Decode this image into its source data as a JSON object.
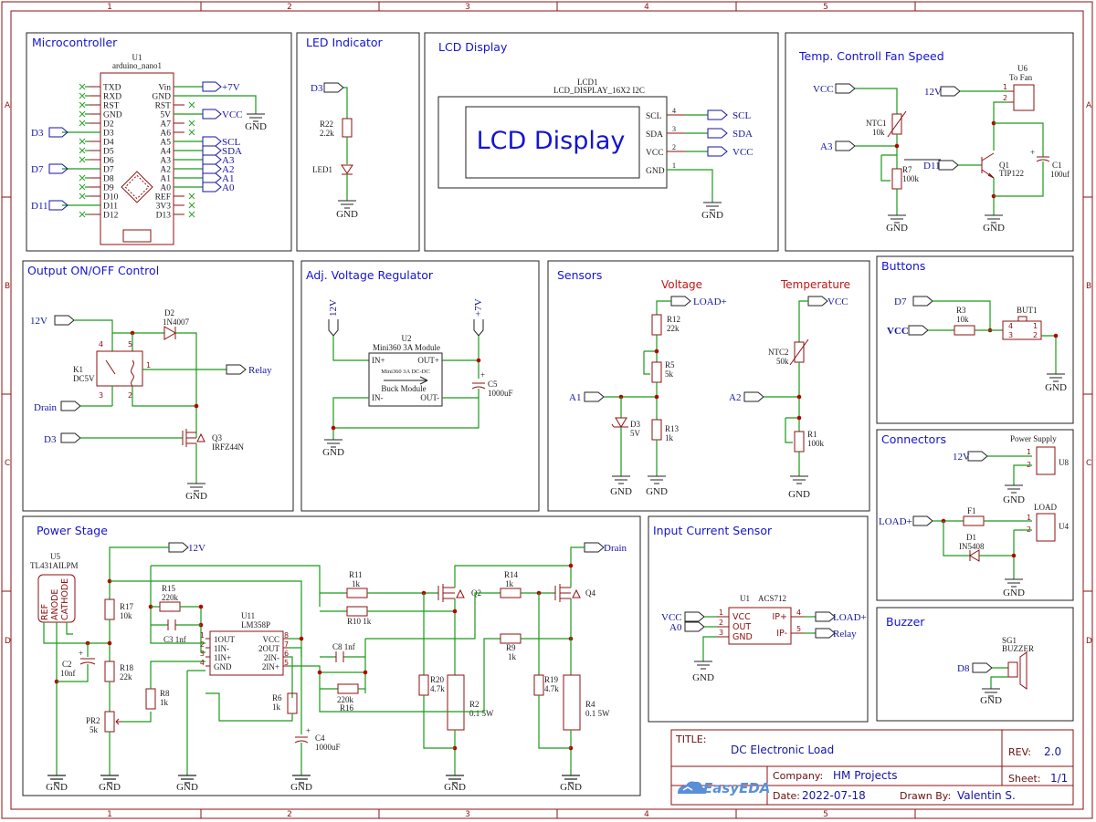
{
  "grid": {
    "cols": [
      "1",
      "2",
      "3",
      "4",
      "5"
    ],
    "rows": [
      "A",
      "B",
      "C",
      "D"
    ]
  },
  "sections": {
    "microcontroller": "Microcontroller",
    "led": "LED Indicator",
    "lcd": "LCD Display",
    "fan": "Temp. Controll Fan Speed",
    "output": "Output ON/OFF Control",
    "regulator": "Adj. Voltage Regulator",
    "sensors": "Sensors",
    "buttons": "Buttons",
    "connectors": "Connectors",
    "power": "Power Stage",
    "current": "Input Current Sensor",
    "buzzer": "Buzzer"
  },
  "mcu": {
    "ref": "U1",
    "part": "arduino_nano1",
    "left_pins": [
      "TXD",
      "RXD",
      "RST",
      "GND",
      "D2",
      "D3",
      "D4",
      "D5",
      "D6",
      "D7",
      "D8",
      "D9",
      "D10",
      "D11",
      "D12"
    ],
    "right_pins": [
      "Vin",
      "GND",
      "RST",
      "5V",
      "A7",
      "A6",
      "A5",
      "A4",
      "A3",
      "A2",
      "A1",
      "A0",
      "REF",
      "3V3",
      "D13"
    ],
    "nets_left": [
      "D3",
      "D7",
      "D11"
    ],
    "nets_right": [
      "+7V",
      "VCC",
      "SCL",
      "SDA",
      "A3",
      "A2",
      "A1",
      "A0"
    ],
    "gnd": "GND"
  },
  "led": {
    "net": "D3",
    "r_ref": "R22",
    "r_val": "2.2k",
    "led_ref": "LED1",
    "gnd": "GND"
  },
  "lcd": {
    "ref": "LCD1",
    "part": "LCD_DISPLAY_16X2 I2C",
    "screen": "LCD Display",
    "pins": [
      "SCL",
      "SDA",
      "VCC",
      "GND"
    ],
    "pin_nums": [
      "4",
      "3",
      "2",
      "1"
    ],
    "nets": [
      "SCL",
      "SDA",
      "VCC"
    ],
    "gnd": "GND"
  },
  "fan": {
    "vcc": "VCC",
    "a3": "A3",
    "d11": "D11",
    "v12": "12V",
    "ntc_ref": "NTC1",
    "ntc_val": "10k",
    "r_ref": "R7",
    "r_val": "100k",
    "q_ref": "Q1",
    "q_val": "TIP122",
    "c_ref": "C1",
    "c_val": "100uf",
    "u_ref": "U6",
    "u_val": "To Fan",
    "gnd": "GND",
    "pins": [
      "1",
      "2"
    ]
  },
  "output": {
    "v12": "12V",
    "drain": "Drain",
    "d3": "D3",
    "relay": "Relay",
    "d_ref": "D2",
    "d_val": "1N4007",
    "k_ref": "K1",
    "k_val": "DC5V",
    "q_ref": "Q3",
    "q_val": "IRFZ44N",
    "gnd": "GND",
    "pins": [
      "4",
      "5",
      "1",
      "3",
      "2"
    ]
  },
  "regulator": {
    "in_net": "12V",
    "out_net": "+7V",
    "u_ref": "U2",
    "u_val": "Mini360 3A Module",
    "in_p": "IN+",
    "out_p": "OUT+",
    "inner": "Mini360 3A DC-DC",
    "inner2": "Buck Module",
    "in_m": "IN-",
    "out_m": "OUT-",
    "c_ref": "C5",
    "c_val": "1000uF",
    "gnd": "GND"
  },
  "sensors": {
    "voltage": "Voltage",
    "temperature": "Temperature",
    "load": "LOAD+",
    "vcc": "VCC",
    "a1": "A1",
    "a2": "A2",
    "r12": "R12",
    "r12v": "22k",
    "r5": "R5",
    "r5v": "5k",
    "r13": "R13",
    "r13v": "1k",
    "d3": "D3",
    "d3v": "5V",
    "ntc2": "NTC2",
    "ntc2v": "50k",
    "r1": "R1",
    "r1v": "100k",
    "gnd": "GND"
  },
  "buttons": {
    "d7": "D7",
    "vcc": "VCC",
    "r3": "R3",
    "r3v": "10k",
    "but": "BUT1",
    "pins": [
      "4",
      "3",
      "1",
      "2"
    ],
    "gnd": "GND"
  },
  "connectors": {
    "ps_label": "Power Supply",
    "v12": "12V",
    "u8": "U8",
    "load_label": "LOAD",
    "load_net": "LOAD+",
    "u4": "U4",
    "f1": "F1",
    "d1": "D1",
    "d1v": "IN5408",
    "pins": [
      "1",
      "2"
    ],
    "gnd": "GND"
  },
  "power": {
    "v12": "12V",
    "drain": "Drain",
    "u5": "U5",
    "u5v": "TL431AILPM",
    "u5pins": [
      "REF",
      "ANODE",
      "CATHODE"
    ],
    "r17": "R17",
    "r17v": "10k",
    "r18": "R18",
    "r18v": "22k",
    "c2": "C2",
    "c2v": "10nf",
    "pr2": "PR2",
    "pr2v": "5k",
    "r15": "R15",
    "r15v": "220k",
    "c3": "C3 1nf",
    "r8": "R8",
    "r8v": "1k",
    "u11": "U11",
    "u11v": "LM358P",
    "u11pins_l": [
      "1OUT",
      "1IN-",
      "1IN+",
      "GND"
    ],
    "u11pins_r": [
      "VCC",
      "2OUT",
      "2IN-",
      "2IN+"
    ],
    "u11num_l": [
      "1",
      "2",
      "3",
      "4"
    ],
    "u11num_r": [
      "8",
      "7",
      "6",
      "5"
    ],
    "r6": "R6",
    "r6v": "1k",
    "c4": "C4",
    "c4v": "1000uF",
    "c8": "C8 1nf",
    "r16": "R16",
    "r16v": "220k",
    "r11": "R11",
    "r11v": "1k",
    "r10": "R10 1k",
    "q2": "Q2",
    "r14": "R14",
    "r14v": "1k",
    "q4": "Q4",
    "r9": "R9",
    "r9v": "1k",
    "r20": "R20",
    "r20v": "4.7k",
    "r2": "R2",
    "r2v": "0.1 5W",
    "r19": "R19",
    "r19v": "4.7k",
    "r4": "R4",
    "r4v": "0.1 5W",
    "gnd": "GND"
  },
  "current": {
    "u": "U1",
    "uv": "ACS712",
    "vcc": "VCC",
    "a0": "A0",
    "load": "LOAD+",
    "relay": "Relay",
    "lpins": [
      "VCC",
      "OUT",
      "GND"
    ],
    "rpins": [
      "IP+",
      "IP-"
    ],
    "lnum": [
      "1",
      "2",
      "3"
    ],
    "rnum": [
      "4",
      "5"
    ],
    "gnd": "GND"
  },
  "buzzer": {
    "net": "D8",
    "ref": "SG1",
    "val": "BUZZER",
    "gnd": "GND"
  },
  "titleblock": {
    "title_label": "TITLE:",
    "title": "DC Electronic Load",
    "rev_label": "REV:",
    "rev": "2.0",
    "company_label": "Company:",
    "company": "HM Projects",
    "sheet_label": "Sheet:",
    "sheet": "1/1",
    "date_label": "Date:",
    "date": "2022-07-18",
    "drawn_label": "Drawn By:",
    "drawn": "Valentin S.",
    "logo": "EasyEDA"
  }
}
